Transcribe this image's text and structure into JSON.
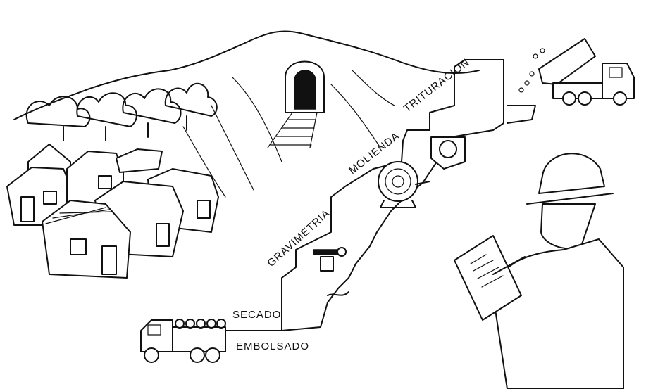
{
  "labels": {
    "trituracion": "TRITURACION",
    "molienda": "MOLIENDA",
    "gravimetria": "GRAVIMETRIA",
    "secado": "SECADO",
    "embolsado": "EMBOLSADO"
  },
  "icons": {
    "mountain": "mountain-icon",
    "tunnel": "mine-tunnel-icon",
    "houses": "houses-icon",
    "dump_truck": "dump-truck-icon",
    "crusher": "crusher-icon",
    "ball_mill": "ball-mill-icon",
    "gravity_table": "gravity-table-icon",
    "bag_truck": "bag-truck-icon",
    "inspector": "engineer-with-clipboard-icon"
  }
}
